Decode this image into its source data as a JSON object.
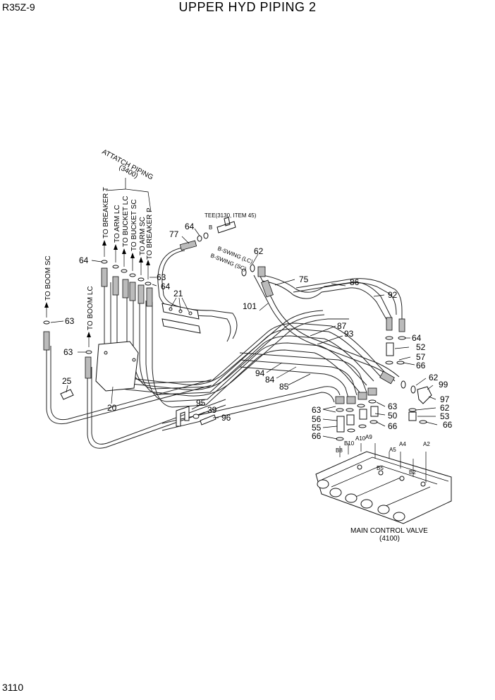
{
  "header": {
    "model": "R35Z-9",
    "title": "UPPER HYD PIPING 2"
  },
  "footer": {
    "page_number": "3110"
  },
  "labels": {
    "attach_piping": "ATTATCH PIPING",
    "attach_piping_ref": "(3400)",
    "to_breaker_t": "TO BREAKER T",
    "to_arm_lc": "TO ARM LC",
    "to_bucket_lc": "TO BUCKET LC",
    "to_bucket_sc": "TO BUCKET SC",
    "to_arm_sc": "TO ARM SC",
    "to_breaker_p": "TO BREAKER P",
    "to_boom_sc": "TO BOOM SC",
    "to_boom_lc": "TO BOOM LC",
    "tee_ref": "TEE(3130, ITEM 45)",
    "tee_port_b": "B",
    "b_swing_lc": "B-SWING (LC)",
    "b_swing_sc": "B-SWING (SC)",
    "main_control_valve": "MAIN CONTROL VALVE",
    "main_control_valve_ref": "(4100)",
    "port_b8": "B8",
    "port_b10": "B10",
    "port_a10": "A10",
    "port_a9": "A9",
    "port_a5": "A5",
    "port_a4": "A4",
    "port_a2": "A2",
    "port_b2": "B2",
    "port_b5": "B5"
  },
  "callouts": {
    "c77": "77",
    "c64_top": "64",
    "c62_top": "62",
    "c75": "75",
    "c86": "86",
    "c92": "92",
    "c101": "101",
    "c64_left": "64",
    "c63_a": "63",
    "c64_b": "64",
    "c21": "21",
    "c63_boomsc": "63",
    "c63_boomlc": "63",
    "c25": "25",
    "c20": "20",
    "c87": "87",
    "c93": "93",
    "c94": "94",
    "c84": "84",
    "c85": "85",
    "c64_r": "64",
    "c52": "52",
    "c57": "57",
    "c66_r1": "66",
    "c62_r": "62",
    "c99": "99",
    "c97": "97",
    "c62_r2": "62",
    "c53": "53",
    "c66_r2": "66",
    "c95": "95",
    "c39": "39",
    "c96": "96",
    "c63_bl": "63",
    "c56": "56",
    "c55": "55",
    "c66_bl": "66",
    "c63_br": "63",
    "c50": "50",
    "c66_br": "66"
  }
}
